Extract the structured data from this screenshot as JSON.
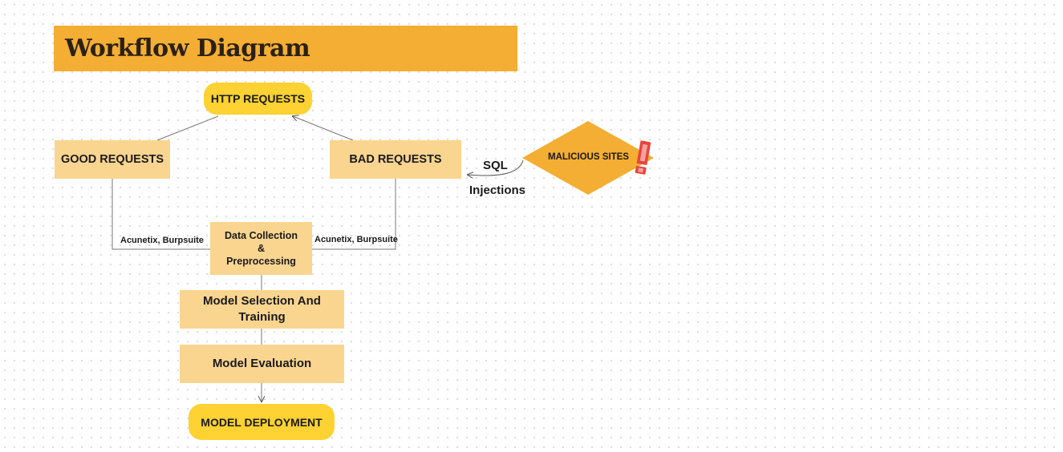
{
  "title": "Workflow Diagram",
  "nodes": {
    "http_requests": "HTTP REQUESTS",
    "good_requests": "GOOD REQUESTS",
    "bad_requests": "BAD REQUESTS",
    "malicious_sites": "MALICIOUS SITES",
    "data_collection": [
      "Data Collection",
      "&",
      "Preprocessing"
    ],
    "model_selection": [
      "Model Selection And",
      "Training"
    ],
    "model_evaluation": "Model Evaluation",
    "model_deployment": "MODEL DEPLOYMENT"
  },
  "edge_labels": {
    "left_tools": "Acunetix, Burpsuite",
    "right_tools": "Acunetix, Burpsuite",
    "sql_line1": "SQL",
    "sql_line2": "Injections"
  },
  "colors": {
    "title_bar": "#f4ae33",
    "pill": "#fdd232",
    "box": "#fad590",
    "diamond": "#f4ae33",
    "alert": "#e8453c"
  },
  "icons": {
    "alert": "exclamation-icon"
  }
}
